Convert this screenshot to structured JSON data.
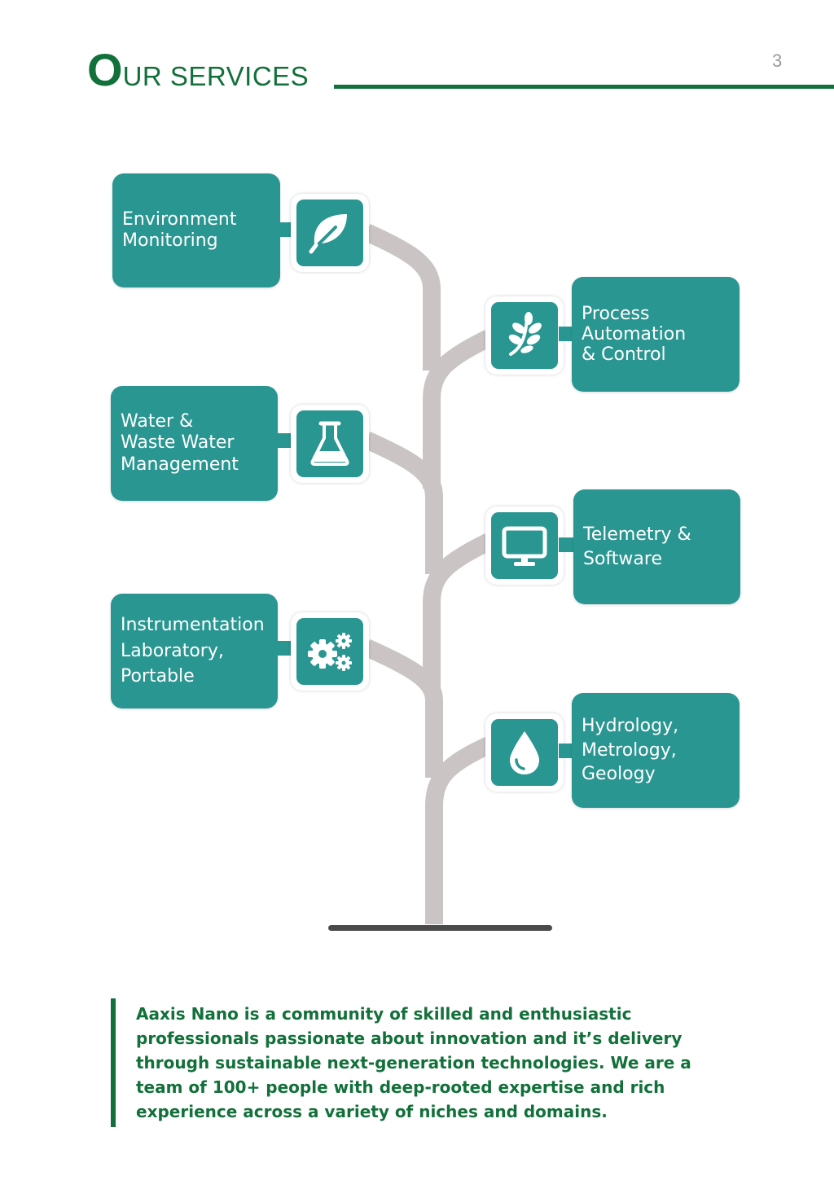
{
  "header": {
    "title_initial": "O",
    "title_rest": "UR SERVICES",
    "page_number": "3"
  },
  "services": [
    {
      "label": "Environment\nMonitoring",
      "icon": "leaf-icon"
    },
    {
      "label": "Process\nAutomation\n& Control",
      "icon": "herb-icon"
    },
    {
      "label": "Water &\nWaste Water\nManagement",
      "icon": "flask-icon"
    },
    {
      "label": "Telemetry &\nSoftware",
      "icon": "monitor-icon"
    },
    {
      "label": "Instrumentation\nLaboratory,\nPortable",
      "icon": "gears-icon"
    },
    {
      "label": "Hydrology,\nMetrology,\nGeology",
      "icon": "water-drop-icon"
    }
  ],
  "about": {
    "text": "Aaxis Nano is a community of skilled and enthusiastic professionals passionate about innovation and it’s delivery through sustainable next-generation technologies. We are a team of 100+ people with deep-rooted expertise and rich experience across a variety of niches and domains."
  },
  "colors": {
    "brand_green": "#12703a",
    "teal": "#2a9691",
    "trunk": "#cbc4c5",
    "ground": "#4a4a4a"
  }
}
